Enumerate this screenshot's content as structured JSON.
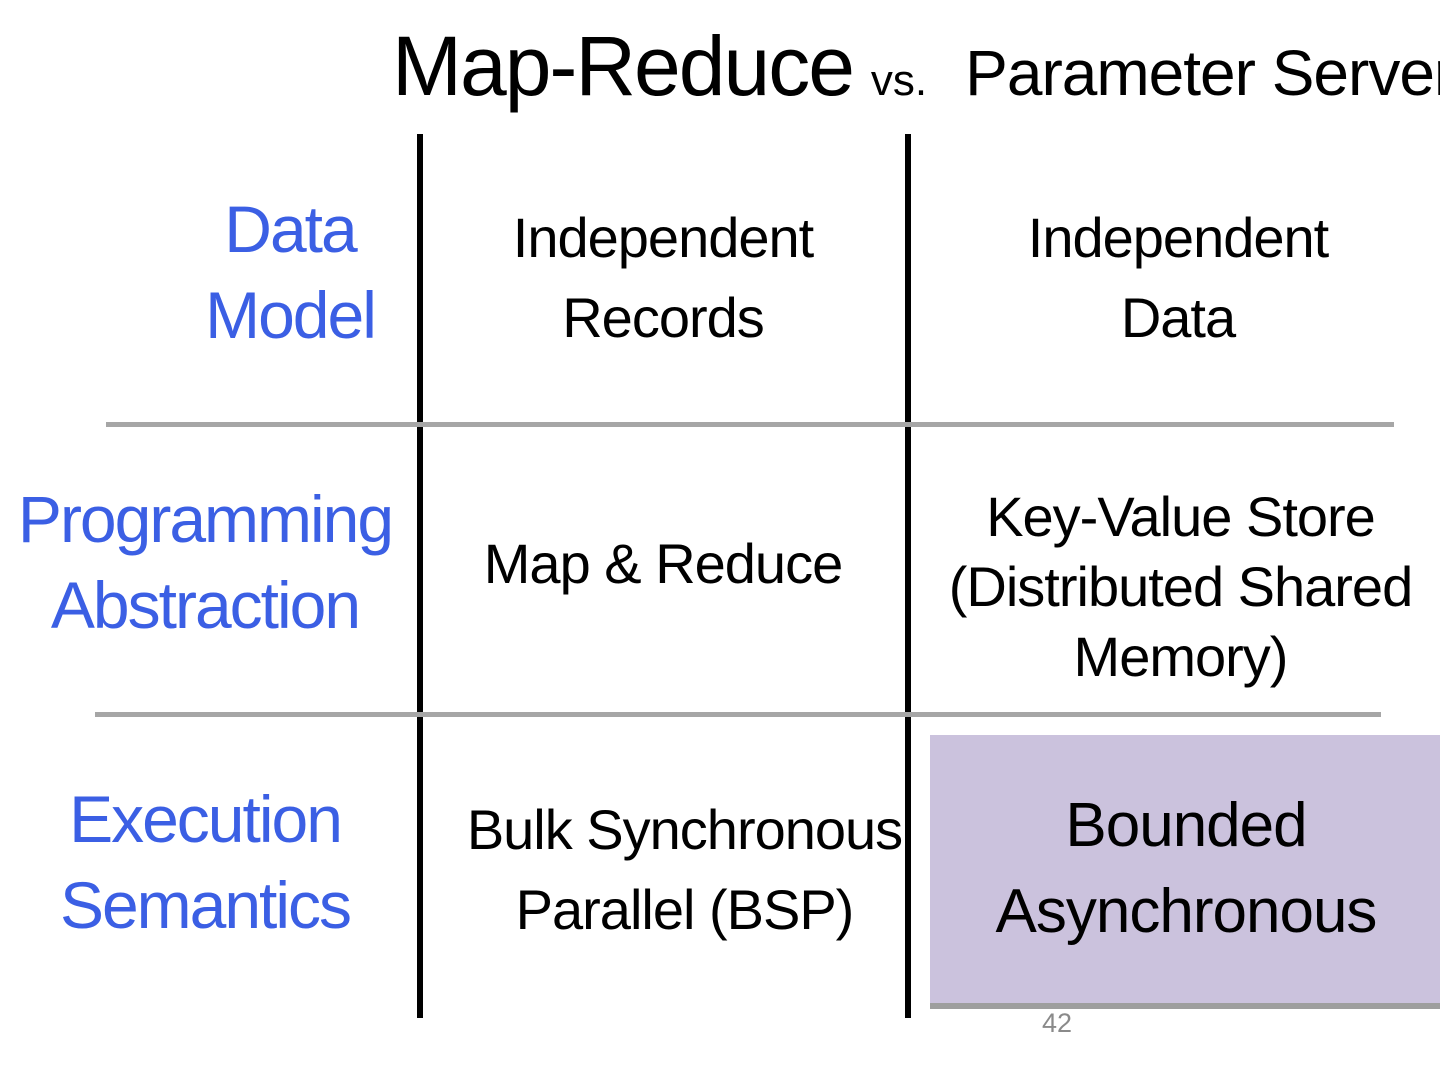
{
  "slide": {
    "title": {
      "main": "Map-Reduce",
      "vs": "vs.",
      "right": "Parameter Server"
    },
    "page_number": "42"
  },
  "colors": {
    "label-blue": "#3B5FE4",
    "highlight-lavender": "#CBC2DD",
    "highlight-shadow": "#9E9E9E",
    "grid-gray": "#A6A6A6",
    "grid-black": "#000000",
    "page-gray": "#8A8A8A"
  },
  "table": {
    "rows": [
      {
        "label": [
          "Data",
          "Model"
        ],
        "mapreduce": [
          "Independent",
          "Records"
        ],
        "paramserver": [
          "Independent",
          "Data"
        ]
      },
      {
        "label": [
          "Programming",
          "Abstraction"
        ],
        "mapreduce": [
          "Map & Reduce"
        ],
        "paramserver": [
          "Key-Value Store",
          "(Distributed Shared",
          "Memory)"
        ]
      },
      {
        "label": [
          "Execution",
          "Semantics"
        ],
        "mapreduce": [
          "Bulk Synchronous",
          "Parallel (BSP)"
        ],
        "paramserver": [
          "Bounded",
          "Asynchronous"
        ],
        "paramserver_highlighted": true
      }
    ]
  }
}
